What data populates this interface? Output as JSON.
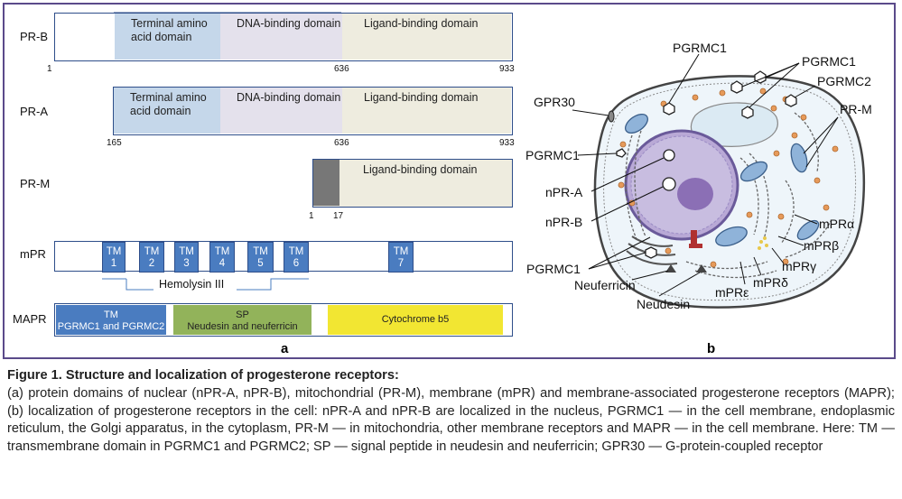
{
  "panel_a": {
    "letter": "a",
    "rows": {
      "prb": {
        "label": "PR-B",
        "segments": [
          "Terminal amino acid domain",
          "DNA-binding domain",
          "Ligand-binding domain"
        ],
        "ticks": [
          "1",
          "636",
          "933"
        ]
      },
      "pra": {
        "label": "PR-A",
        "segments": [
          "Terminal amino acid domain",
          "DNA-binding domain",
          "Ligand-binding domain"
        ],
        "ticks": [
          "165",
          "636",
          "933"
        ]
      },
      "prm": {
        "label": "PR-M",
        "segments": [
          "Ligand-binding domain"
        ],
        "ticks": [
          "1",
          "17"
        ]
      },
      "mpr": {
        "label": "mPR",
        "tms": [
          {
            "name": "TM",
            "num": "1"
          },
          {
            "name": "TM",
            "num": "2"
          },
          {
            "name": "TM",
            "num": "3"
          },
          {
            "name": "TM",
            "num": "4"
          },
          {
            "name": "TM",
            "num": "5"
          },
          {
            "name": "TM",
            "num": "6"
          },
          {
            "name": "TM",
            "num": "7"
          }
        ],
        "bracket_label": "Hemolysin III"
      },
      "mapr": {
        "label": "MAPR",
        "segments": [
          {
            "title": "TM",
            "sub": "PGRMC1 and PGRMC2",
            "color": "#4a7cc0",
            "text_color": "#ffffff"
          },
          {
            "title": "SP",
            "sub": "Neudesin and neuferricin",
            "color": "#92b35a",
            "text_color": "#222222"
          },
          {
            "title": "Cytochrome b5",
            "sub": "",
            "color": "#f2e632",
            "text_color": "#222222"
          }
        ]
      }
    },
    "colors": {
      "terminal": "#c5d7ea",
      "dna": "#e4e1ec",
      "ligand": "#eeecdf",
      "prm_tm": "#777777",
      "border": "#2e4e8a"
    }
  },
  "panel_b": {
    "letter": "b",
    "labels": {
      "pgrmc1_top": "PGRMC1",
      "pgrmc1_right": "PGRMC1",
      "pgrmc2": "PGRMC2",
      "gpr30": "GPR30",
      "prm": "PR-M",
      "pgrmc1_left": "PGRMC1",
      "npra": "nPR-A",
      "nprb": "nPR-B",
      "mpr_alpha": "mPRα",
      "mpr_beta": "mPRβ",
      "mpr_gamma": "mPRγ",
      "mpr_delta": "mPRδ",
      "mpr_eps": "mPRε",
      "pgrmc1_bottom": "PGRMC1",
      "neuferricin": "Neuferricin",
      "neudesin": "Neudesin"
    }
  },
  "caption": {
    "title": "Figure 1. Structure and localization of progesterone receptors:",
    "body": "(a) protein domains of nuclear (nPR-A, nPR-B), mitochondrial (PR-M), membrane (mPR) and membrane-associated progesterone receptors (MAPR); (b) localization of progesterone receptors in the cell: nPR-A and nPR-B are localized in the nucleus, PGRMC1 — in the cell membrane, endoplasmic reticulum, the Golgi apparatus, in the cytoplasm, PR-M — in mitochondria, other membrane receptors and MAPR — in the cell membrane. Here: TM — transmembrane domain in PGRMC1 and PGRMC2; SP — signal peptide in neudesin and neuferricin; GPR30 — G-protein-coupled receptor"
  }
}
